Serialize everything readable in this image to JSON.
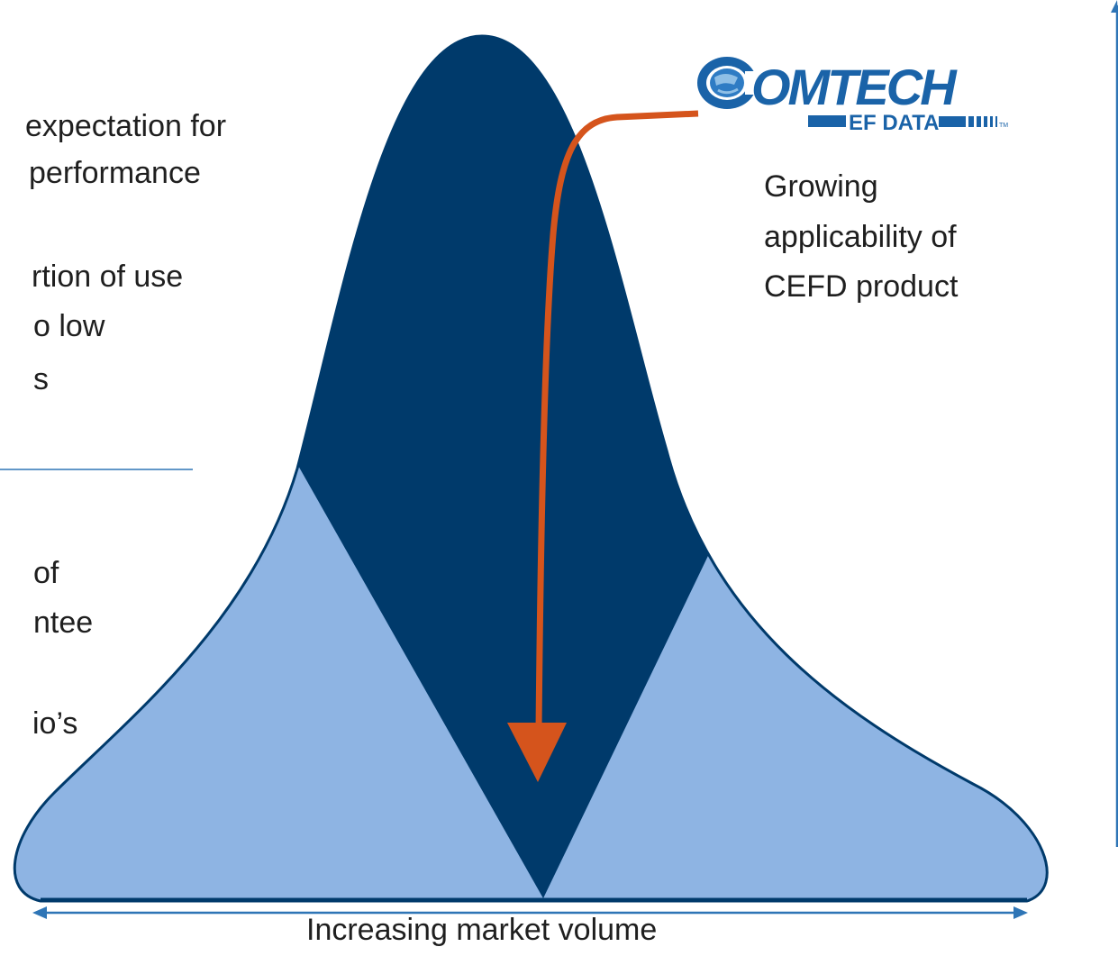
{
  "left_text": {
    "line1": "expectation for",
    "line2": "performance",
    "line3": "rtion of use",
    "line4": "o low",
    "line5": "s",
    "line6": "of",
    "line7": "ntee",
    "line8": "io’s"
  },
  "right_text": {
    "line1": "Growing",
    "line2": "applicability of",
    "line3": "CEFD product"
  },
  "bottom_label": "Increasing market volume",
  "logo": {
    "name": "OMTECH",
    "sub": "EF DATA",
    "tm": "TM"
  },
  "colors": {
    "dark_blue": "#003a6b",
    "light_blue": "#8eb4e3",
    "arrow_orange": "#d5541c",
    "axis_blue": "#2e75b6"
  }
}
